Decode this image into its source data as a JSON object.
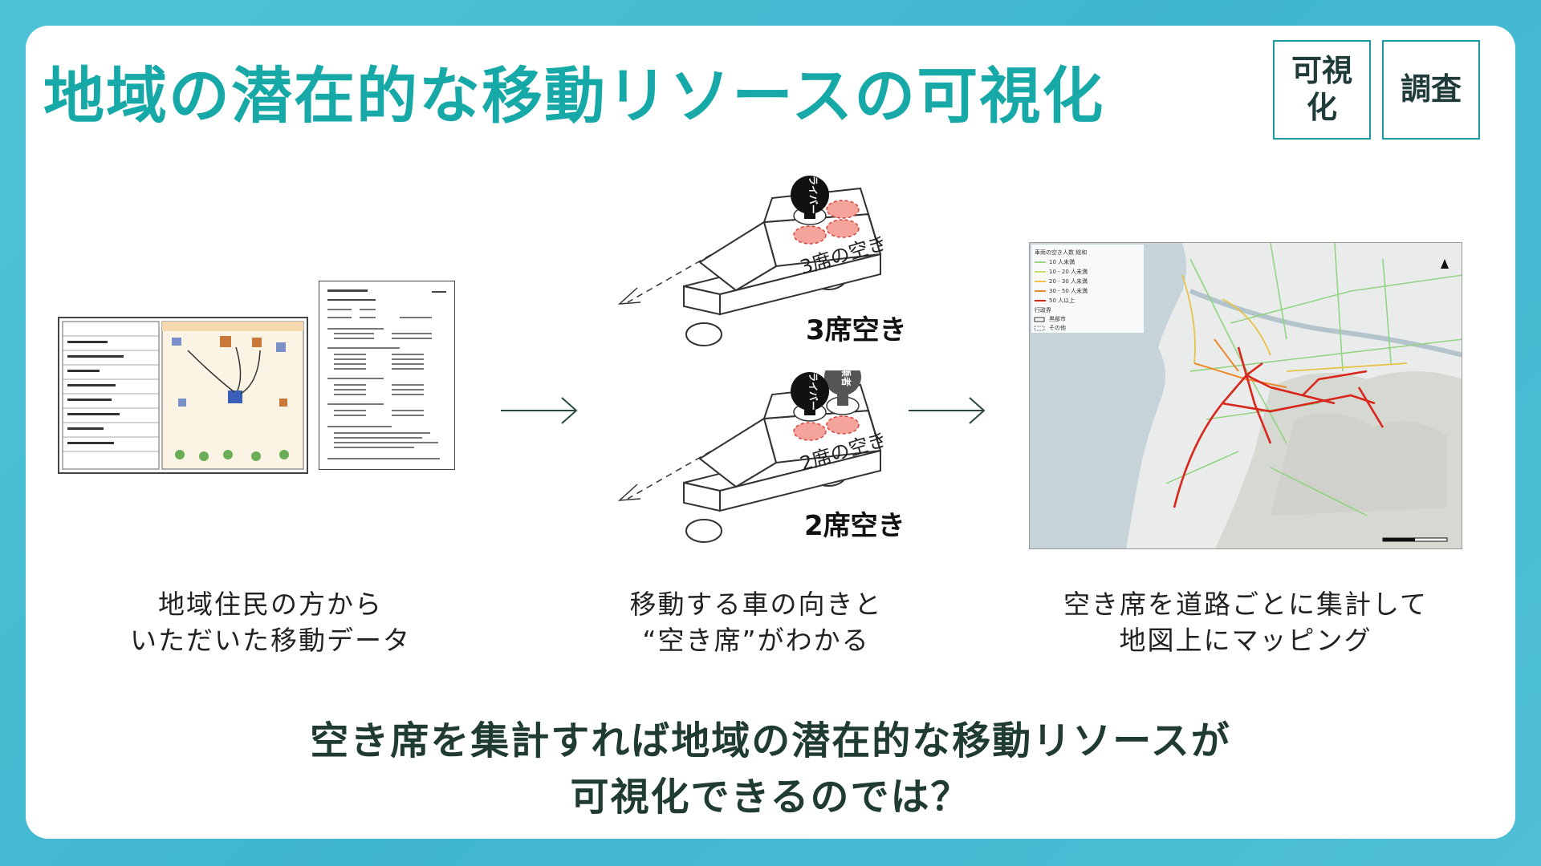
{
  "header": {
    "title": "地域の潜在的な移動リソースの可視化",
    "tags": [
      "可視化",
      "調査"
    ]
  },
  "steps": [
    {
      "caption_lines": [
        "地域住民の方から",
        "いただいた移動データ"
      ]
    },
    {
      "caption_lines": [
        "移動する車の向きと",
        "“空き席”がわかる"
      ]
    },
    {
      "caption_lines": [
        "空き席を道路ごとに集計して",
        "地図上にマッピング"
      ]
    }
  ],
  "cars": [
    {
      "side_text": "3席の空き",
      "label": "3席空き",
      "pin": "ドライバー"
    },
    {
      "side_text": "2席の空き",
      "label": "2席空き",
      "pins": [
        "ドライバー",
        "同乗者"
      ]
    }
  ],
  "map_legend": {
    "title": "車両の空き人数 総和",
    "items": [
      {
        "label": "10 人未満",
        "color": "#9fd88a"
      },
      {
        "label": "10 - 20 人未満",
        "color": "#c8e06a"
      },
      {
        "label": "20 - 30 人未満",
        "color": "#f2c24a"
      },
      {
        "label": "30 - 50 人未満",
        "color": "#ee8a2c"
      },
      {
        "label": "50 人以上",
        "color": "#d9261c"
      }
    ],
    "extra": [
      "行政界",
      "黒部市",
      "その他"
    ]
  },
  "conclusion_lines": [
    "空き席を集計すれば地域の潜在的な移動リソースが",
    "可視化できるのでは？"
  ],
  "colors": {
    "accent": "#16a9a8",
    "seat": "#f4a49a",
    "arrow": "#2a4a40"
  }
}
